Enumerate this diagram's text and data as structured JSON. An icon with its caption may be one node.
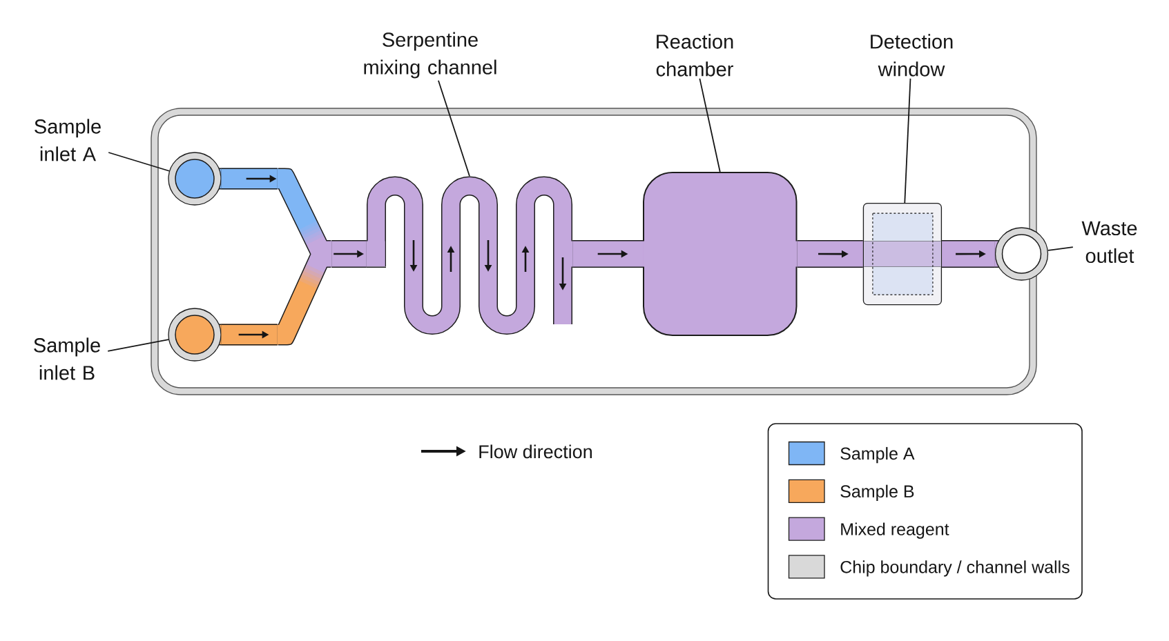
{
  "diagram": {
    "nodes": [
      {
        "text": [
          "Serpentine mixing channel"
        ]
      },
      {
        "text": [],
        "shape": "channel"
      },
      {
        "text": [
          "Reaction chamber"
        ]
      },
      {
        "text": [],
        "shape": "box"
      },
      {
        "text": [
          "Detection window"
        ]
      },
      {
        "text": [],
        "shape": "box"
      },
      {
        "text": [
          "Sample inlet A"
        ]
      },
      {
        "text": [],
        "shape": "circle"
      },
      {
        "text": [
          "Waste outlet"
        ]
      },
      {
        "text": [],
        "shape": "circle"
      },
      {
        "text": [
          "Sample inlet B"
        ]
      },
      {
        "text": [],
        "shape": "circle"
      },
      {
        "text": [],
        "shape": "junction"
      }
    ],
    "edges": [
      {
        "from": 0,
        "to": 1,
        "arrow": "none"
      },
      {
        "from": 2,
        "to": 3,
        "arrow": "none"
      },
      {
        "from": 4,
        "to": 5,
        "arrow": "none"
      },
      {
        "from": 6,
        "to": 7,
        "arrow": "none"
      },
      {
        "from": 8,
        "to": 9,
        "arrow": "none"
      },
      {
        "from": 10,
        "to": 11,
        "arrow": "none"
      },
      {
        "from": 7,
        "to": 12,
        "arrow": "to",
        "style": "thick",
        "color": "#7fb6f5"
      },
      {
        "from": 11,
        "to": 12,
        "arrow": "to",
        "style": "thick",
        "color": "#f7a85c"
      },
      {
        "from": 12,
        "to": 1,
        "arrow": "to",
        "style": "thick",
        "color": "#c4a8dd"
      },
      {
        "from": 1,
        "to": 3,
        "arrow": "to",
        "style": "thick",
        "color": "#c4a8dd"
      },
      {
        "from": 3,
        "to": 5,
        "arrow": "to",
        "style": "thick",
        "color": "#c4a8dd"
      },
      {
        "from": 5,
        "to": 9,
        "arrow": "to",
        "style": "thick",
        "color": "#c4a8dd"
      }
    ],
    "legend": [
      {
        "text": "Flow direction"
      },
      {
        "text": "Sample A",
        "color": "#7fb6f5"
      },
      {
        "text": "Sample B",
        "color": "#f7a85c"
      },
      {
        "text": "Mixed reagent",
        "color": "#c4a8dd"
      },
      {
        "text": "Chip boundary / channel walls",
        "color": "#d9d9d9"
      }
    ]
  }
}
